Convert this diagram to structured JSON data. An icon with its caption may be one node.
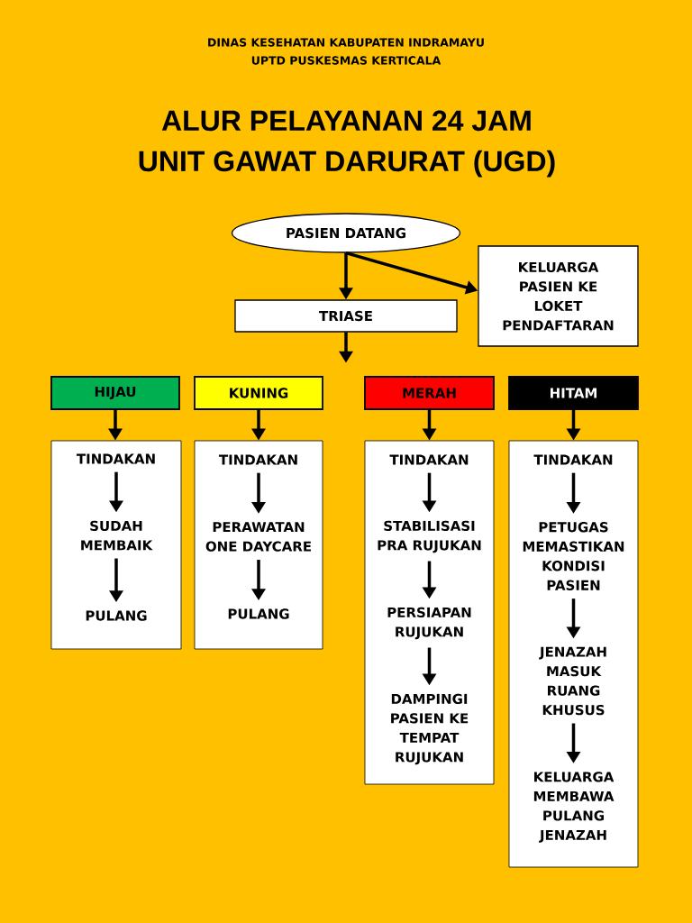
{
  "diagram": {
    "title": "ALUR PELAYANAN 24 JAM UNIT GAWAT DARURAT (UGD)",
    "nodes": [
      {
        "text": [
          "PASIEN DATANG"
        ]
      },
      {
        "text": [
          "KELUARGA PASIEN KE LOKET PENDAFTARAN"
        ]
      },
      {
        "text": [
          "TRIASE"
        ]
      },
      {
        "text": [
          "HIJAU"
        ]
      },
      {
        "text": [
          "KUNING"
        ]
      },
      {
        "text": [
          "MERAH"
        ]
      },
      {
        "text": [
          "HITAM"
        ]
      },
      {
        "text": [],
        "shape": "box"
      },
      {
        "text": [
          "TINDAKAN"
        ],
        "in": 7
      },
      {
        "text": [
          "SUDAH MEMBAIK"
        ],
        "in": 7
      },
      {
        "text": [
          "PULANG"
        ],
        "in": 7
      },
      {
        "text": [],
        "shape": "box"
      },
      {
        "text": [
          "TINDAKAN"
        ],
        "in": 11
      },
      {
        "text": [
          "PERAWATAN ONE DAYCARE"
        ],
        "in": 11
      },
      {
        "text": [
          "PULANG"
        ],
        "in": 11
      },
      {
        "text": [],
        "shape": "box"
      },
      {
        "text": [
          "TINDAKAN"
        ],
        "in": 15
      },
      {
        "text": [
          "STABILISASI PRA RUJUKAN"
        ],
        "in": 15
      },
      {
        "text": [
          "PERSIAPAN RUJUKAN"
        ],
        "in": 15
      },
      {
        "text": [
          "DAMPINGI PASIEN KE TEMPAT RUJUKAN"
        ],
        "in": 15
      },
      {
        "text": [],
        "shape": "box"
      },
      {
        "text": [
          "TINDAKAN"
        ],
        "in": 20
      },
      {
        "text": [
          "PETUGAS MEMASTIKAN KONDISI PASIEN"
        ],
        "in": 20
      },
      {
        "text": [
          "JENAZAH MASUK RUANG KHUSUS"
        ],
        "in": 20
      },
      {
        "text": [
          "KELUARGA MEMBAWA PULANG JENAZAH"
        ],
        "in": 20
      }
    ],
    "edges": [
      {
        "from": 0,
        "to": 2,
        "arrow": "to"
      },
      {
        "from": 0,
        "to": 1,
        "arrow": "to"
      },
      {
        "from": 2,
        "to": null,
        "arrow": "to"
      },
      {
        "from": 3,
        "to": 7,
        "arrow": "to"
      },
      {
        "from": 4,
        "to": 11,
        "arrow": "to"
      },
      {
        "from": 5,
        "to": 15,
        "arrow": "to"
      },
      {
        "from": 6,
        "to": 20,
        "arrow": "to"
      },
      {
        "from": 8,
        "to": 9,
        "arrow": "to"
      },
      {
        "from": 9,
        "to": 10,
        "arrow": "to"
      },
      {
        "from": 12,
        "to": 13,
        "arrow": "to"
      },
      {
        "from": 13,
        "to": 14,
        "arrow": "to"
      },
      {
        "from": 16,
        "to": 17,
        "arrow": "to"
      },
      {
        "from": 17,
        "to": 18,
        "arrow": "to"
      },
      {
        "from": 18,
        "to": 19,
        "arrow": "to"
      },
      {
        "from": 21,
        "to": 22,
        "arrow": "to"
      },
      {
        "from": 22,
        "to": 23,
        "arrow": "to"
      },
      {
        "from": 23,
        "to": 24,
        "arrow": "to"
      }
    ],
    "labels": [
      "DINAS KESEHATAN KABUPATEN INDRAMAYU",
      "UPTD PUSKESMAS KERTICALA"
    ]
  }
}
